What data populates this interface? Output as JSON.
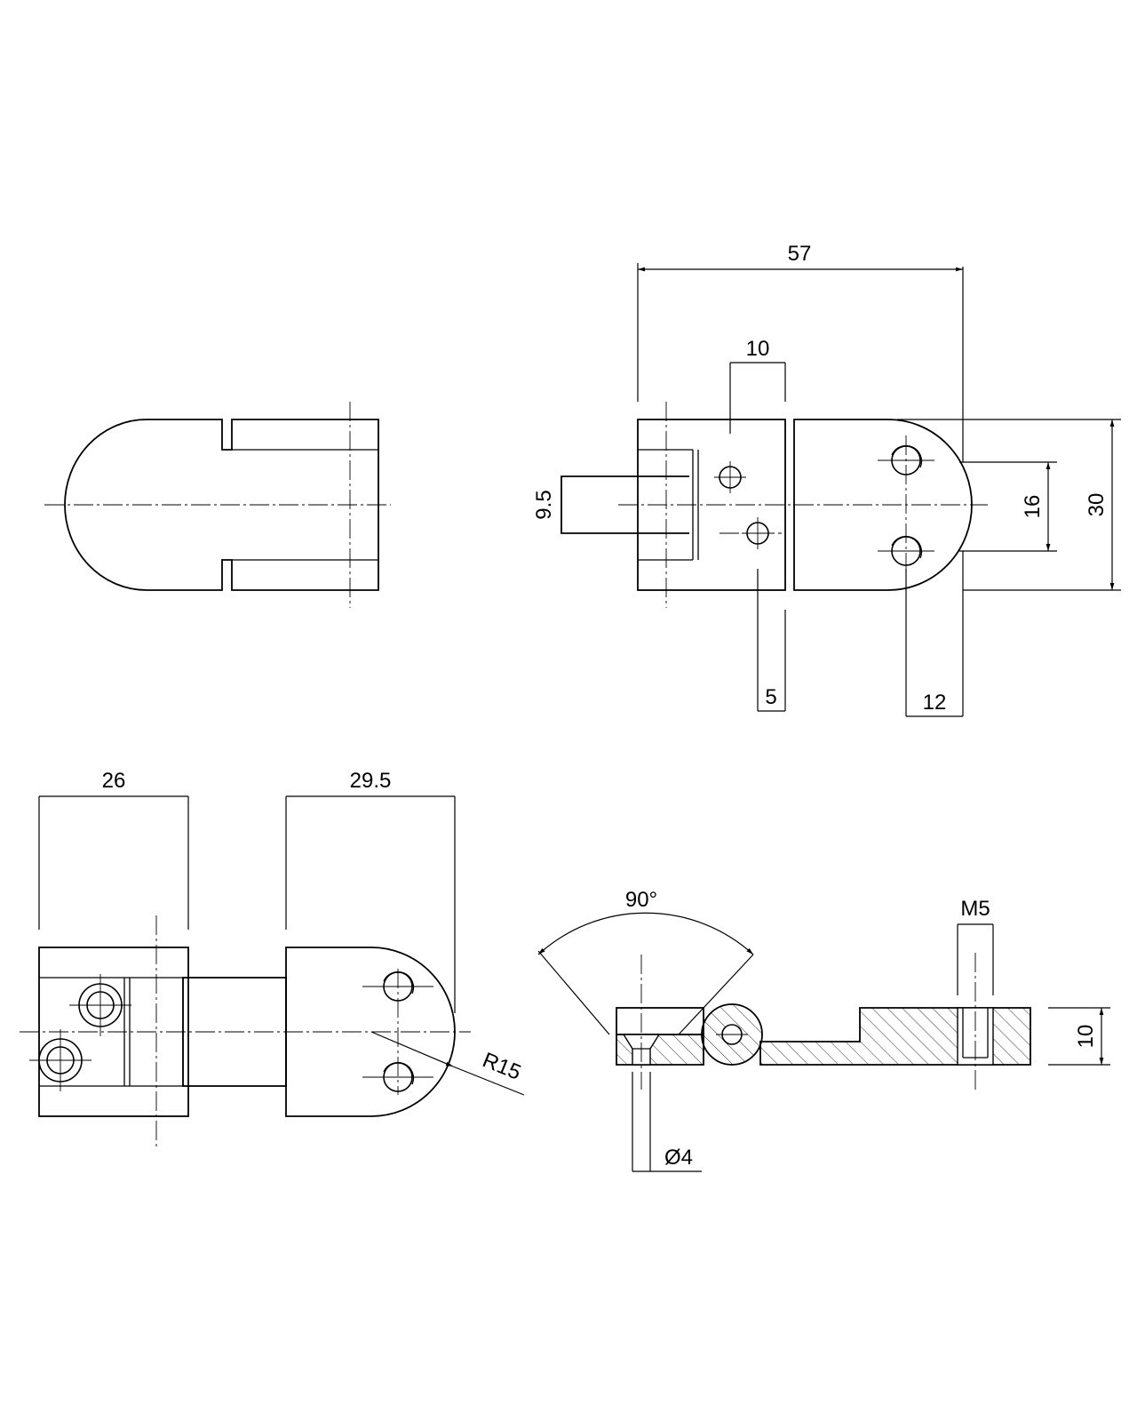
{
  "dimensions": {
    "overall_length": "57",
    "slot_width": "10",
    "offset_height": "9.5",
    "hole_spacing": "16",
    "overall_height": "30",
    "hole_offset_5": "5",
    "hole_offset_12": "12",
    "width_26": "26",
    "width_29_5": "29.5",
    "radius": "R15",
    "angle": "90°",
    "thread": "M5",
    "diameter": "Ø4",
    "thickness": "10"
  }
}
